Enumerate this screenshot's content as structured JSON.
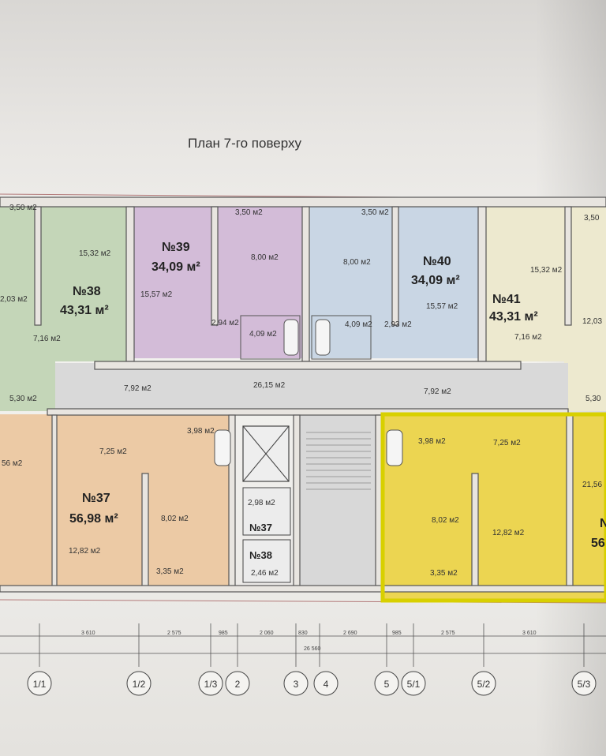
{
  "title": "План 7-го поверху",
  "colors": {
    "green": "#c4d6b8",
    "purple": "#d3bcd8",
    "blue": "#c9d6e4",
    "cream": "#ede9cf",
    "peach": "#eccaa5",
    "highlight": "#eee64a",
    "wall": "#dcd9d4",
    "stair": "#d8d8d8"
  },
  "rooms": {
    "a38_loggia": "3,50 м2",
    "a38_room": "15,32 м2",
    "a38_left": "2,03 м2",
    "a38_hall": "7,16 м2",
    "a38_no": "№38",
    "a38_total": "43,31 м²",
    "a39_no": "№39",
    "a39_total": "34,09 м²",
    "a39_room": "15,57 м2",
    "a39_loggia": "3,50 м2",
    "a39_kitchen": "8,00 м2",
    "a39_hall": "2,94 м2",
    "a39_bath": "4,09 м2",
    "a40_loggia": "3,50 м2",
    "a40_kitchen": "8,00 м2",
    "a40_no": "№40",
    "a40_total": "34,09 м²",
    "a40_room": "15,57 м2",
    "a40_bath": "4,09 м2",
    "a40_hall": "2,93 м2",
    "a41_loggia": "3,50",
    "a41_room": "15,32 м2",
    "a41_no": "№41",
    "a41_total": "43,31 м²",
    "a41_right": "12,03",
    "a41_hall": "7,16 м2",
    "corr_left": "7,92 м2",
    "corr_mid": "26,15 м2",
    "corr_right": "7,92 м2",
    "left_small": "5,30 м2",
    "right_small": "5,30",
    "a37_left_room": "56 м2",
    "a37_hall": "7,25 м2",
    "a37_bath": "3,98 м2",
    "a37_no": "№37",
    "a37_total": "56,98 м²",
    "a37_kitchen": "8,02 м2",
    "a37_room": "12,82 м2",
    "a37_loggia": "3,35 м2",
    "st37_area": "2,98 м2",
    "st37_no": "№37",
    "st38_no": "№38",
    "st38_area": "2,46 м2",
    "h_bath": "3,98 м2",
    "h_hall": "7,25 м2",
    "h_right": "21,56",
    "h_kitchen": "8,02 м2",
    "h_room": "12,82 м2",
    "h_loggia": "3,35 м2",
    "h_no_part": "N",
    "h_total_part": "56"
  },
  "dimensions": [
    "3 610",
    "2 575",
    "985",
    "2 060",
    "830",
    "2 690",
    "985",
    "2 575",
    "3 610"
  ],
  "total_dimension": "26 560",
  "axes": [
    "1/1",
    "1/2",
    "1/3",
    "2",
    "3",
    "4",
    "5",
    "5/1",
    "5/2",
    "5/3"
  ]
}
